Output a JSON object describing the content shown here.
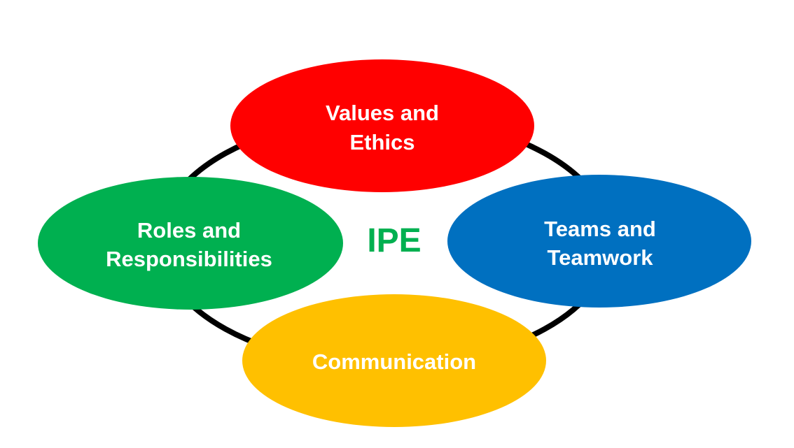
{
  "diagram": {
    "center_label": "IPE",
    "nodes": [
      {
        "id": "values",
        "lines": [
          "Values and",
          "Ethics"
        ],
        "color": "#FF0000"
      },
      {
        "id": "roles",
        "lines": [
          "Roles and",
          "Responsibilities"
        ],
        "color": "#00B050"
      },
      {
        "id": "teams",
        "lines": [
          "Teams and",
          "Teamwork"
        ],
        "color": "#0070C0"
      },
      {
        "id": "communication",
        "lines": [
          "Communication"
        ],
        "color": "#FFC000"
      }
    ],
    "center_color": "#00B050",
    "ring_color": "#000000"
  }
}
